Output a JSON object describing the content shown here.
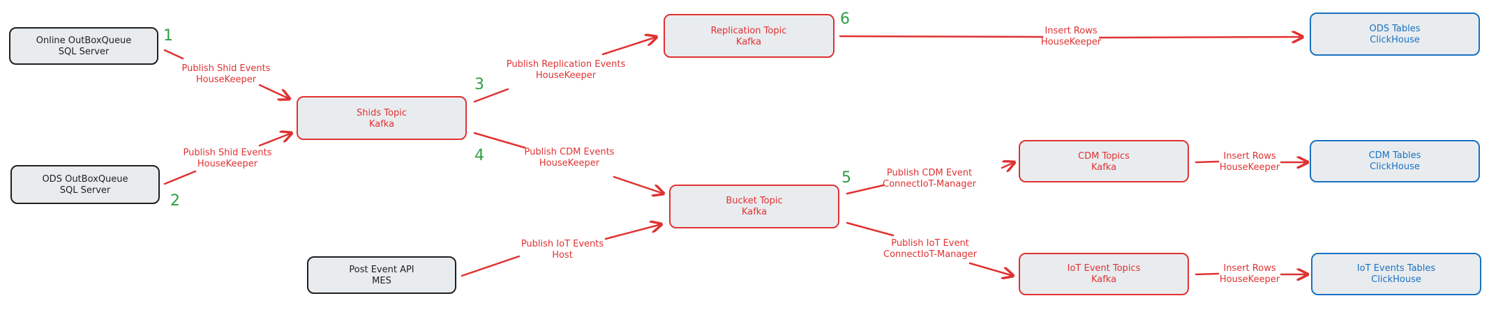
{
  "colors": {
    "black": "#1e1e1e",
    "red": "#e03131",
    "blue": "#1971c2",
    "green": "#2f9e44",
    "node_fill": "#e9ecef"
  },
  "nodes": [
    {
      "id": "online-outbox",
      "line1": "Online OutBoxQueue",
      "line2": "SQL Server",
      "color": "black"
    },
    {
      "id": "ods-outbox",
      "line1": "ODS OutBoxQueue",
      "line2": "SQL Server",
      "color": "black"
    },
    {
      "id": "shids-topic",
      "line1": "Shids Topic",
      "line2": "Kafka",
      "color": "red"
    },
    {
      "id": "replication-topic",
      "line1": "Replication Topic",
      "line2": "Kafka",
      "color": "red"
    },
    {
      "id": "bucket-topic",
      "line1": "Bucket Topic",
      "line2": "Kafka",
      "color": "red"
    },
    {
      "id": "post-event-api",
      "line1": "Post Event API",
      "line2": "MES",
      "color": "black"
    },
    {
      "id": "cdm-topics",
      "line1": "CDM Topics",
      "line2": "Kafka",
      "color": "red"
    },
    {
      "id": "iot-event-topics",
      "line1": "IoT Event Topics",
      "line2": "Kafka",
      "color": "red"
    },
    {
      "id": "ods-tables",
      "line1": "ODS Tables",
      "line2": "ClickHouse",
      "color": "blue"
    },
    {
      "id": "cdm-tables",
      "line1": "CDM Tables",
      "line2": "ClickHouse",
      "color": "blue"
    },
    {
      "id": "iot-events-tables",
      "line1": "IoT Events Tables",
      "line2": "ClickHouse",
      "color": "blue"
    }
  ],
  "edges": [
    {
      "id": "online-to-shids",
      "line1": "Publish Shid Events",
      "line2": "HouseKeeper"
    },
    {
      "id": "ods-to-shids",
      "line1": "Publish Shid Events",
      "line2": "HouseKeeper"
    },
    {
      "id": "shids-to-replication",
      "line1": "Publish Replication Events",
      "line2": "HouseKeeper"
    },
    {
      "id": "shids-to-bucket",
      "line1": "Publish CDM Events",
      "line2": "HouseKeeper"
    },
    {
      "id": "replication-to-ods-tables",
      "line1": "Insert Rows",
      "line2": "HouseKeeper"
    },
    {
      "id": "post-api-to-bucket",
      "line1": "Publish IoT Events",
      "line2": "Host"
    },
    {
      "id": "bucket-to-cdm-topics",
      "line1": "Publish CDM Event",
      "line2": "ConnectIoT-Manager"
    },
    {
      "id": "bucket-to-iot-topics",
      "line1": "Publish IoT Event",
      "line2": "ConnectIoT-Manager"
    },
    {
      "id": "cdm-topics-to-tables",
      "line1": "Insert Rows",
      "line2": "HouseKeeper"
    },
    {
      "id": "iot-topics-to-tables",
      "line1": "Insert Rows",
      "line2": "HouseKeeper"
    }
  ],
  "step_numbers": [
    "1",
    "2",
    "3",
    "4",
    "5",
    "6"
  ]
}
